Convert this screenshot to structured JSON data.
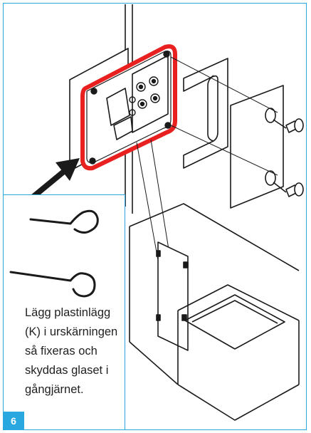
{
  "instruction": {
    "line1": "Lägg plastinlägg",
    "line2": "(K) i urskärningen",
    "line3": "så fixeras och",
    "line4": "skyddas glaset i",
    "line5": "gångjärnet."
  },
  "step": {
    "number": "6"
  },
  "colors": {
    "accent": "#29a8e0",
    "highlight": "#e8201f",
    "line": "#1a1a1a"
  },
  "icons": {
    "pointer": "arrow-icon",
    "insert": "plastic-insert-icon"
  }
}
